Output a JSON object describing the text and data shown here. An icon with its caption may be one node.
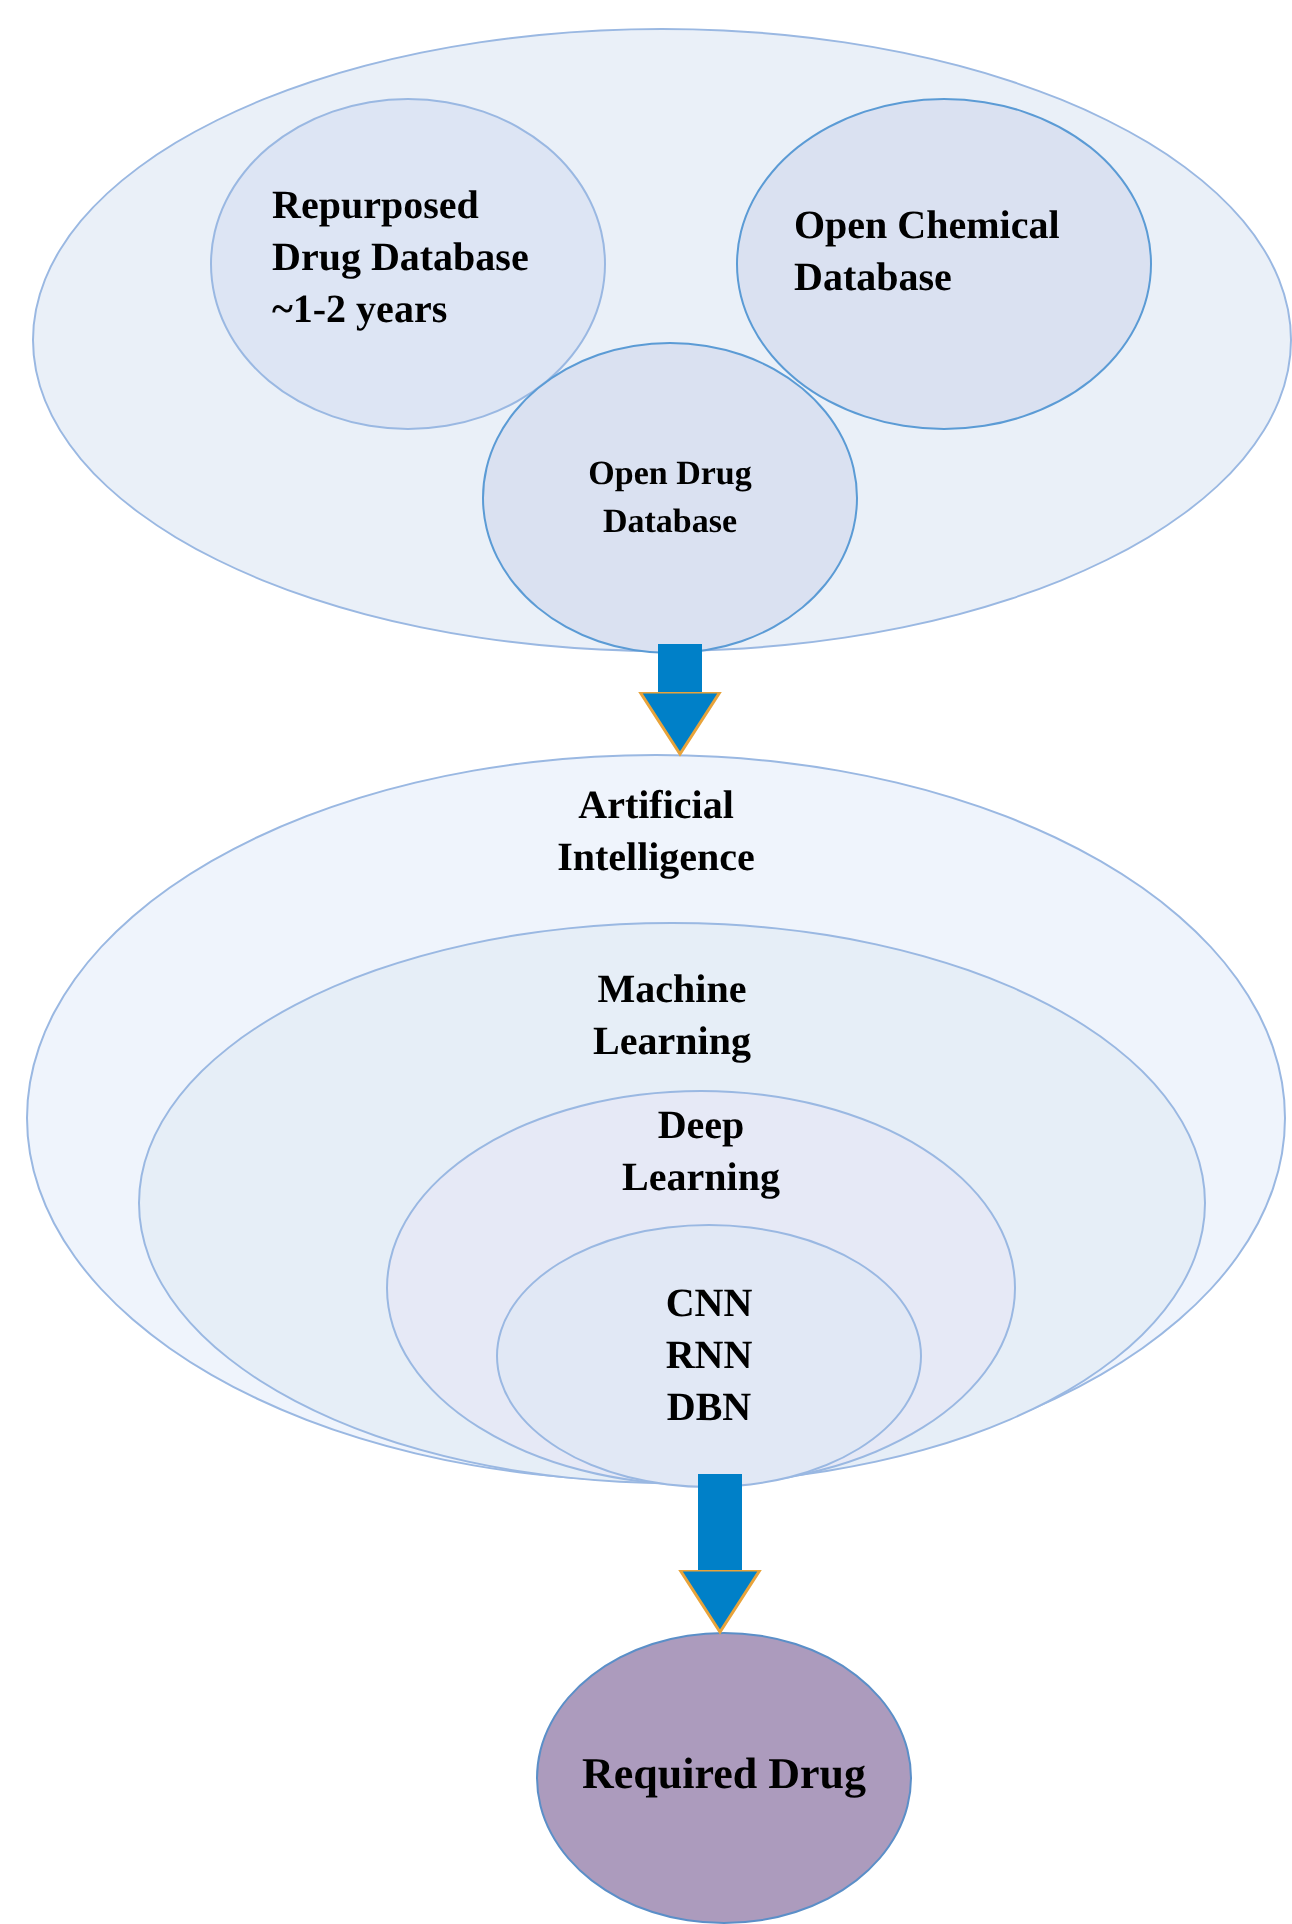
{
  "diagram": {
    "nodes": [
      {
        "text": [],
        "shape": "circle"
      },
      {
        "text": [
          "Repurposed Drug Database ~1-2 years"
        ],
        "in": 0
      },
      {
        "text": [
          "Open Chemical Database"
        ],
        "in": 0
      },
      {
        "text": [
          "Open Drug Database"
        ],
        "in": 0
      },
      {
        "text": [
          "Artificial Intelligence"
        ]
      },
      {
        "text": [
          "Machine Learning"
        ],
        "in": 4
      },
      {
        "text": [
          "Deep Learning"
        ],
        "in": 5
      },
      {
        "text": [
          "CNN RNN DBN"
        ],
        "in": 6
      },
      {
        "text": [
          "Required Drug"
        ]
      }
    ],
    "edges": [
      {
        "from": 0,
        "to": 4,
        "arrow": "to"
      },
      {
        "from": 4,
        "to": 8,
        "arrow": "to"
      }
    ]
  }
}
